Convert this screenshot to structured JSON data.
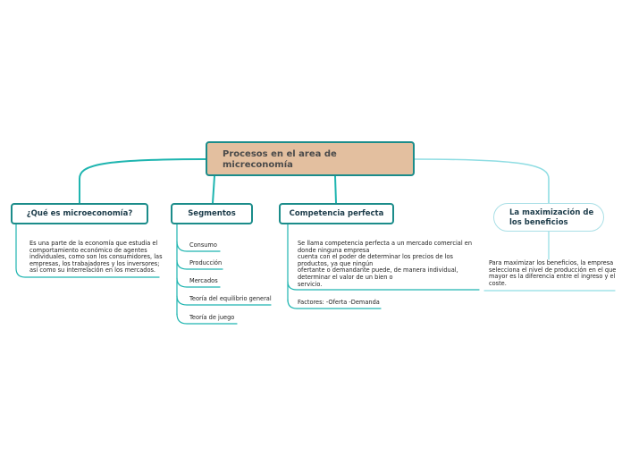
{
  "root": {
    "title": "Procesos en el area de\nmicreconomía"
  },
  "branches": {
    "que_es": {
      "label": "¿Qué es microeconomía?",
      "text": "Es una parte de la economía que estudia el\ncomportamiento económico de agentes\nindividuales, como son los consumidores, las\nempresas, los trabajadores y los inversores;\nasí como su interrelación en los mercados."
    },
    "segmentos": {
      "label": "Segmentos",
      "items": [
        "Consumo",
        "Producción",
        "Mercados",
        "Teoría del equilibrio general",
        "Teoría de juego"
      ]
    },
    "competencia": {
      "label": "Competencia perfecta",
      "text": "Se llama competencia perfecta a un mercado comercial en\ndonde ninguna empresa\ncuenta con el poder de determinar los precios de los\nproductos, ya que ningún\nofertante o demandante puede, de manera individual,\ndeterminar el valor de un bien o\nservicio.",
      "factores": "Factores: -Oferta -Demanda"
    },
    "maximizacion": {
      "label": "La maximización de\nlos beneficios",
      "text": "Para maximizar los beneficios, la empresa\nselecciona el nivel de producción en el que\nmayor es la diferencia entre el ingreso y el\ncoste."
    }
  },
  "colors": {
    "main_line": "#1fb5b0",
    "soft_line": "#8fdde3",
    "root_fill": "#e3bf9f",
    "border": "#1b8c8a"
  }
}
